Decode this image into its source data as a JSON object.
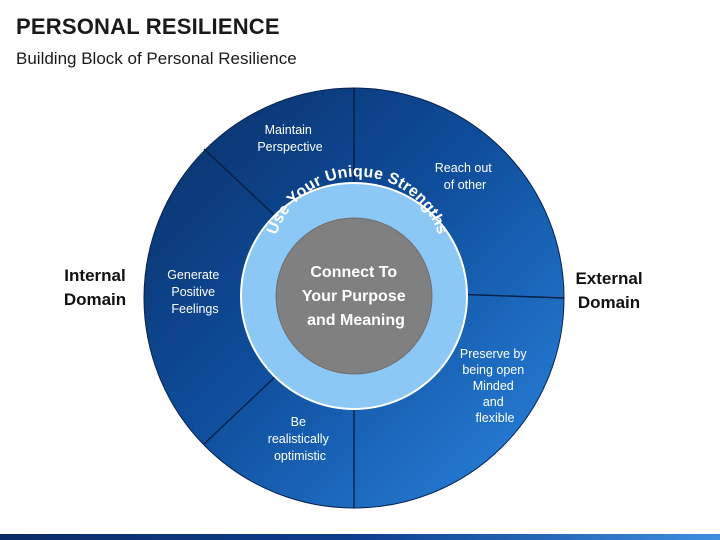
{
  "header": {
    "title": "PERSONAL RESILIENCE",
    "subtitle": "Building Block of Personal Resilience"
  },
  "labels": {
    "internal": [
      "Internal",
      "Domain"
    ],
    "external": [
      "External",
      "Domain"
    ]
  },
  "segments": [
    {
      "lines": [
        "Maintain",
        "Perspective"
      ]
    },
    {
      "lines": [
        "Reach out",
        "of other"
      ]
    },
    {
      "lines": [
        "Preserve by",
        "being  open",
        "Minded",
        "and",
        "flexible"
      ]
    },
    {
      "lines": [
        "Be",
        "realistically",
        "optimistic"
      ]
    },
    {
      "lines": [
        "Generate",
        "Positive",
        "Feelings"
      ]
    }
  ],
  "ring_text": "Use Your Unique Strengths",
  "core": {
    "lines": [
      "Connect To",
      "Your Purpose",
      "and Meaning"
    ]
  },
  "colors": {
    "outer_dark": "#0b3570",
    "outer_light": "#1f78d1",
    "ring": "#8cc8f5",
    "core": "#808080"
  }
}
